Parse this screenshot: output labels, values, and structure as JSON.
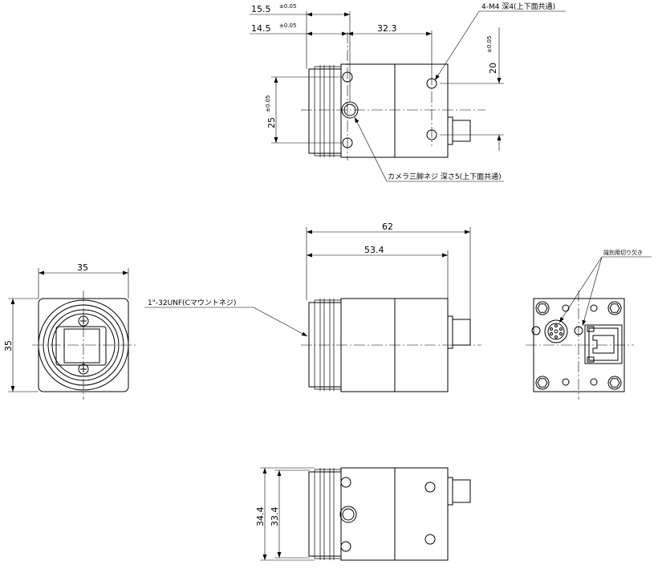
{
  "labels": {
    "dim_15_5": "15.5",
    "tol_15_5": "±0.05",
    "dim_14_5": "14.5",
    "tol_14_5": "±0.05",
    "dim_32_3": "32.3",
    "mount_holes": "4-M4 深4(上下面共通)",
    "dim_20": "20",
    "tol_20": "±0.05",
    "dim_25": "25",
    "tol_25": "±0.05",
    "tripod_screw": "カメラ三脚ネジ 深さ5(上下面共通)",
    "dim_62": "62",
    "dim_53_4": "53.4",
    "dim_35_w": "35",
    "dim_35_h": "35",
    "c_mount": "1\"-32UNF(Cマウントネジ)",
    "cutout_label": "識別用切り欠き",
    "dim_34_4": "34.4",
    "dim_33_4": "33.4"
  }
}
